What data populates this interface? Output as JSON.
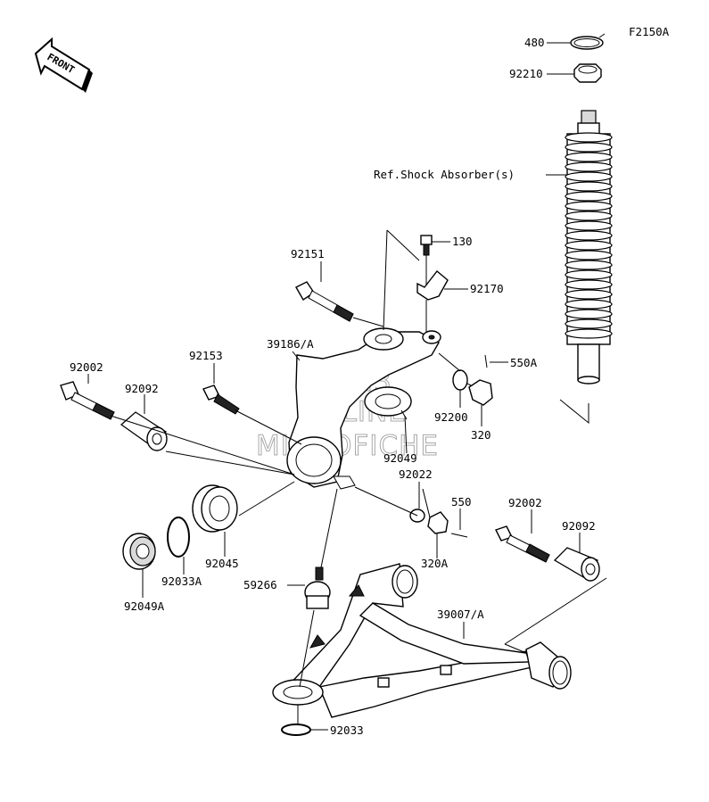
{
  "diagram_code": "F2150A",
  "front_label": "FRONT",
  "ref_label": "Ref.Shock Absorber(s)",
  "watermark": [
    "HL-M3",
    "ONLINE",
    "MICROFICHE"
  ],
  "part_labels": {
    "p480": "480",
    "p92210": "92210",
    "p130": "130",
    "p92151": "92151",
    "p92170": "92170",
    "p39186": "39186/A",
    "p550a": "550A",
    "p92002_left": "92002",
    "p92153": "92153",
    "p92092_left": "92092",
    "p92200": "92200",
    "p320": "320",
    "p92049": "92049",
    "p92022": "92022",
    "p550": "550",
    "p92002_right": "92002",
    "p92092_right": "92092",
    "p320a": "320A",
    "p92045": "92045",
    "p92033a": "92033A",
    "p92049a": "92049A",
    "p59266": "59266",
    "p39007": "39007/A",
    "p92033": "92033"
  }
}
